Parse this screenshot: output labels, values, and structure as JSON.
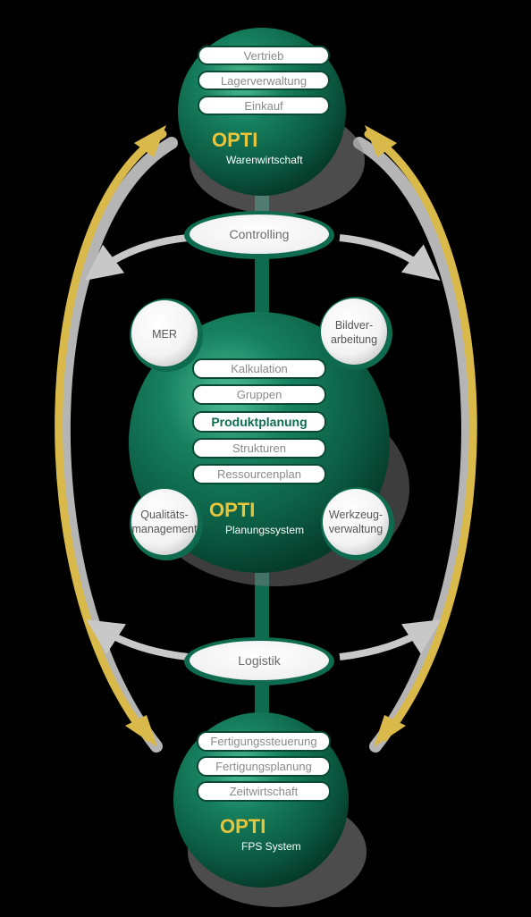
{
  "top": {
    "items": [
      "Vertrieb",
      "Lagerverwaltung",
      "Einkauf"
    ],
    "brand": "OPTI",
    "subtitle": "Warenwirtschaft"
  },
  "connectors": {
    "upper": "Controlling",
    "lower": "Logistik"
  },
  "middle": {
    "items": [
      "Kalkulation",
      "Gruppen",
      "Produktplanung",
      "Strukturen",
      "Ressourcenplan"
    ],
    "highlight_index": 2,
    "brand": "OPTI",
    "subtitle": "Planungssystem"
  },
  "satellites": {
    "top_left": [
      "MER"
    ],
    "top_right": [
      "Bildver-",
      "arbeitung"
    ],
    "bottom_left": [
      "Qualitäts-",
      "management"
    ],
    "bottom_right": [
      "Werkzeug-",
      "verwaltung"
    ]
  },
  "bottom": {
    "items": [
      "Fertigungssteuerung",
      "Fertigungsplanung",
      "Zeitwirtschaft"
    ],
    "brand": "OPTI",
    "subtitle": "FPS System"
  },
  "colors": {
    "green": "#0f6b4f",
    "green_light": "#3fae86",
    "gold": "#d9b94a",
    "gray_arrow": "#bdbdbd"
  }
}
